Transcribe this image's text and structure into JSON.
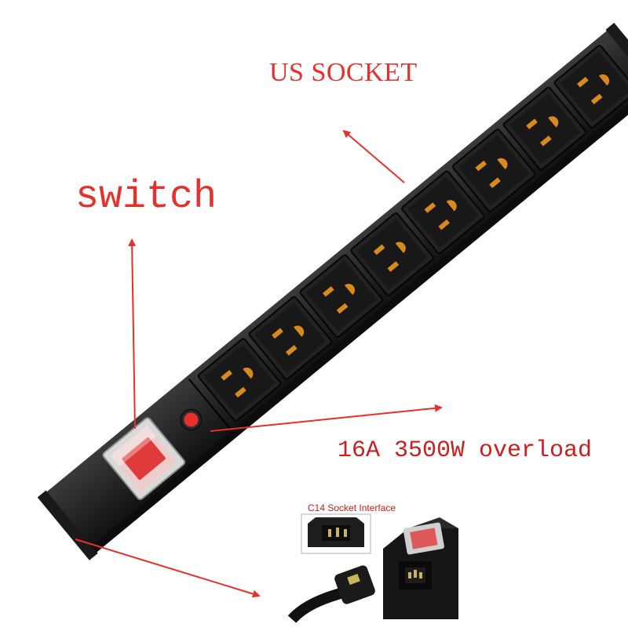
{
  "labels": {
    "us_socket": "US SOCKET",
    "switch": "switch",
    "overload": "16A 3500W overload",
    "c14_interface": "C14 Socket Interface"
  },
  "product": {
    "outlet_count": 8,
    "outlet_type": "US 3-prong",
    "body_color": "#1b1b1b",
    "annotation_color": "#e8302a"
  },
  "icons": [
    "rocker-switch-icon",
    "overload-breaker-icon",
    "us-outlet-icon",
    "c14-inlet-icon",
    "power-cord-icon"
  ]
}
